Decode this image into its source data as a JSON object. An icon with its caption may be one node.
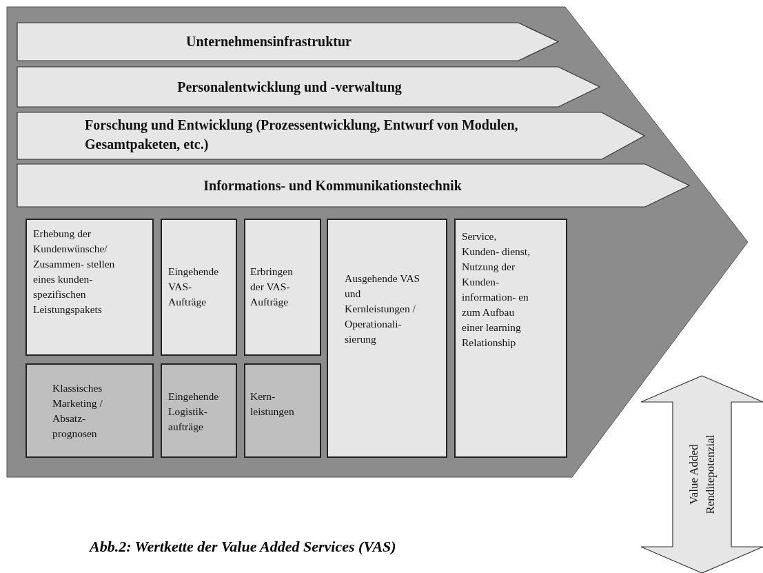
{
  "diagram": {
    "caption": "Abb.2: Wertkette der Value Added Services (VAS)",
    "nodes": [
      {
        "text": [],
        "shape": "arrow"
      },
      {
        "text": [
          "Unternehmensinfrastruktur"
        ],
        "in": 0
      },
      {
        "text": [
          "Personalentwicklung und -verwaltung"
        ],
        "in": 0
      },
      {
        "text": [
          "Forschung und Entwicklung (Prozessentwicklung, Entwurf von Modulen, Gesamtpaketen, etc.)"
        ],
        "in": 0
      },
      {
        "text": [
          "Informations- und Kommunikationstechnik"
        ],
        "in": 0
      },
      {
        "text": [
          "Erhebung der Kundenwünsche/ Zusammen- stellen eines kunden- spezifischen Leistungspakets"
        ],
        "in": 0
      },
      {
        "text": [
          "Eingehende VAS- Aufträge"
        ],
        "in": 0
      },
      {
        "text": [
          "Erbringen der VAS- Aufträge"
        ],
        "in": 0
      },
      {
        "text": [
          "Ausgehende VAS und Kernleistungen / Operationali- sierung"
        ],
        "in": 0
      },
      {
        "text": [
          "Service, Kunden- dienst, Nutzung der Kunden- information- en zum Aufbau einer learning Relationship"
        ],
        "in": 0
      },
      {
        "text": [
          "Klassisches Marketing / Absatz- prognosen"
        ],
        "in": 0
      },
      {
        "text": [
          "Eingehende Logistik- aufträge"
        ],
        "in": 0
      },
      {
        "text": [
          "Kern- leistungen"
        ],
        "in": 0
      },
      {
        "text": [
          "Value Added Renditepotenzial"
        ]
      }
    ]
  }
}
